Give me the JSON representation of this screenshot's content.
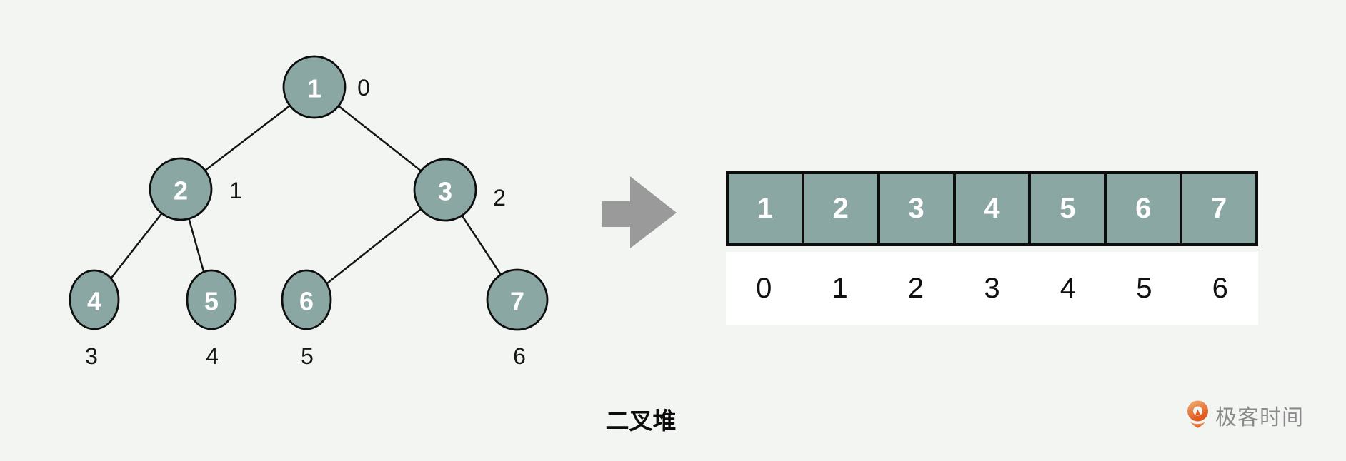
{
  "caption": "二叉堆",
  "colors": {
    "background": "#f3f5f3",
    "node_fill": "#8ba7a4",
    "node_border": "#0e0e0e",
    "node_text": "#ffffff",
    "edge": "#141414",
    "arrow": "#9a9a9a",
    "cell_fill": "#8ba7a4",
    "cell_text": "#ffffff",
    "index_text": "#101010",
    "logo_orange_top": "#f0a266",
    "logo_orange_bottom": "#e05b20",
    "logo_text_color": "#8a8a8a"
  },
  "tree": {
    "node_values": [
      "1",
      "2",
      "3",
      "4",
      "5",
      "6",
      "7"
    ],
    "index_labels": [
      "0",
      "1",
      "2",
      "3",
      "4",
      "5",
      "6"
    ]
  },
  "array": {
    "cells": [
      "1",
      "2",
      "3",
      "4",
      "5",
      "6",
      "7"
    ],
    "indices": [
      "0",
      "1",
      "2",
      "3",
      "4",
      "5",
      "6"
    ]
  },
  "logo": {
    "name": "极客时间"
  }
}
